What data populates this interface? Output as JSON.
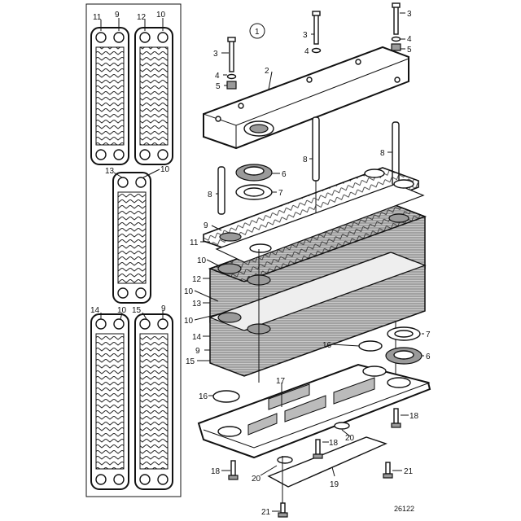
{
  "figure": {
    "drawing_number": "26122",
    "callout_circle": "1"
  },
  "panel_labels": [
    "11",
    "9",
    "12",
    "10",
    "13",
    "10",
    "14",
    "10",
    "15",
    "9"
  ],
  "callouts": [
    "3",
    "4",
    "5",
    "2",
    "3",
    "4",
    "3",
    "4",
    "5",
    "6",
    "7",
    "8",
    "8",
    "8",
    "9",
    "11",
    "10",
    "12",
    "10",
    "13",
    "10",
    "14",
    "9",
    "15",
    "16",
    "7",
    "6",
    "16",
    "17",
    "18",
    "20",
    "18",
    "18",
    "20",
    "19",
    "21",
    "21"
  ]
}
